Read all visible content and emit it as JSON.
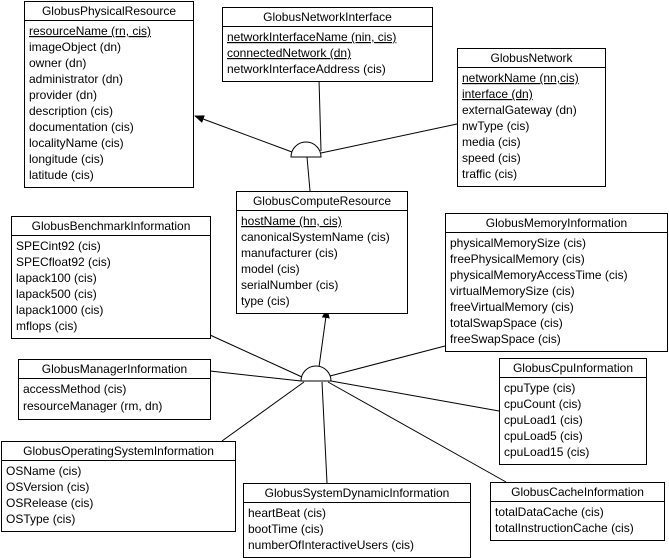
{
  "diagram": {
    "classes": {
      "physical_resource": {
        "name": "GlobusPhysicalResource",
        "attrs": [
          {
            "text": "resourceName (rn, cis)",
            "key": true
          },
          {
            "text": "imageObject (dn)",
            "key": false
          },
          {
            "text": "owner (dn)",
            "key": false
          },
          {
            "text": "administrator (dn)",
            "key": false
          },
          {
            "text": "provider (dn)",
            "key": false
          },
          {
            "text": "description (cis)",
            "key": false
          },
          {
            "text": "documentation (cis)",
            "key": false
          },
          {
            "text": "localityName (cis)",
            "key": false
          },
          {
            "text": "longitude (cis)",
            "key": false
          },
          {
            "text": "latitude (cis)",
            "key": false
          }
        ]
      },
      "network_interface": {
        "name": "GlobusNetworkInterface",
        "attrs": [
          {
            "text": "networkInterfaceName (nin, cis)",
            "key": true
          },
          {
            "text": "connectedNetwork (dn)",
            "key": true
          },
          {
            "text": "networkInterfaceAddress (cis)",
            "key": false
          }
        ]
      },
      "network": {
        "name": "GlobusNetwork",
        "attrs": [
          {
            "text": "networkName (nn,cis)",
            "key": true
          },
          {
            "text": "interface (dn)",
            "key": true
          },
          {
            "text": "externalGateway (dn)",
            "key": false
          },
          {
            "text": "nwType (cis)",
            "key": false
          },
          {
            "text": "media (cis)",
            "key": false
          },
          {
            "text": "speed (cis)",
            "key": false
          },
          {
            "text": "traffic (cis)",
            "key": false
          }
        ]
      },
      "compute_resource": {
        "name": "GlobusComputeResource",
        "attrs": [
          {
            "text": "hostName (hn, cis)",
            "key": true
          },
          {
            "text": "canonicalSystemName (cis)",
            "key": false
          },
          {
            "text": "manufacturer (cis)",
            "key": false
          },
          {
            "text": "model (cis)",
            "key": false
          },
          {
            "text": "serialNumber (cis)",
            "key": false
          },
          {
            "text": "type (cis)",
            "key": false
          }
        ]
      },
      "benchmark_information": {
        "name": "GlobusBenchmarkInformation",
        "attrs": [
          {
            "text": "SPECint92 (cis)",
            "key": false
          },
          {
            "text": "SPECfloat92 (cis)",
            "key": false
          },
          {
            "text": "lapack100 (cis)",
            "key": false
          },
          {
            "text": "lapack500 (cis)",
            "key": false
          },
          {
            "text": "lapack1000 (cis)",
            "key": false
          },
          {
            "text": "mflops (cis)",
            "key": false
          }
        ]
      },
      "memory_information": {
        "name": "GlobusMemoryInformation",
        "attrs": [
          {
            "text": "physicalMemorySize (cis)",
            "key": false
          },
          {
            "text": "freePhysicalMemory (cis)",
            "key": false
          },
          {
            "text": "physicalMemoryAccessTime (cis)",
            "key": false
          },
          {
            "text": "virtualMemorySize (cis)",
            "key": false
          },
          {
            "text": "freeVirtualMemory (cis)",
            "key": false
          },
          {
            "text": "totalSwapSpace (cis)",
            "key": false
          },
          {
            "text": "freeSwapSpace (cis)",
            "key": false
          }
        ]
      },
      "manager_information": {
        "name": "GlobusManagerInformation",
        "attrs": [
          {
            "text": "accessMethod (cis)",
            "key": false
          },
          {
            "text": "resourceManager (rm, dn)",
            "key": false
          }
        ]
      },
      "cpu_information": {
        "name": "GlobusCpuInformation",
        "attrs": [
          {
            "text": "cpuType (cis)",
            "key": false
          },
          {
            "text": "cpuCount (cis)",
            "key": false
          },
          {
            "text": "cpuLoad1 (cis)",
            "key": false
          },
          {
            "text": "cpuLoad5 (cis)",
            "key": false
          },
          {
            "text": "cpuLoad15 (cis)",
            "key": false
          }
        ]
      },
      "os_information": {
        "name": "GlobusOperatingSystemInformation",
        "attrs": [
          {
            "text": "OSName (cis)",
            "key": false
          },
          {
            "text": "OSVersion (cis)",
            "key": false
          },
          {
            "text": "OSRelease (cis)",
            "key": false
          },
          {
            "text": "OSType (cis)",
            "key": false
          }
        ]
      },
      "system_dynamic_information": {
        "name": "GlobusSystemDynamicInformation",
        "attrs": [
          {
            "text": "heartBeat (cis)",
            "key": false
          },
          {
            "text": "bootTime (cis)",
            "key": false
          },
          {
            "text": "numberOfInteractiveUsers (cis)",
            "key": false
          }
        ]
      },
      "cache_information": {
        "name": "GlobusCacheInformation",
        "attrs": [
          {
            "text": "totalDataCache (cis)",
            "key": false
          },
          {
            "text": "totalInstructionCache (cis)",
            "key": false
          }
        ]
      }
    }
  }
}
